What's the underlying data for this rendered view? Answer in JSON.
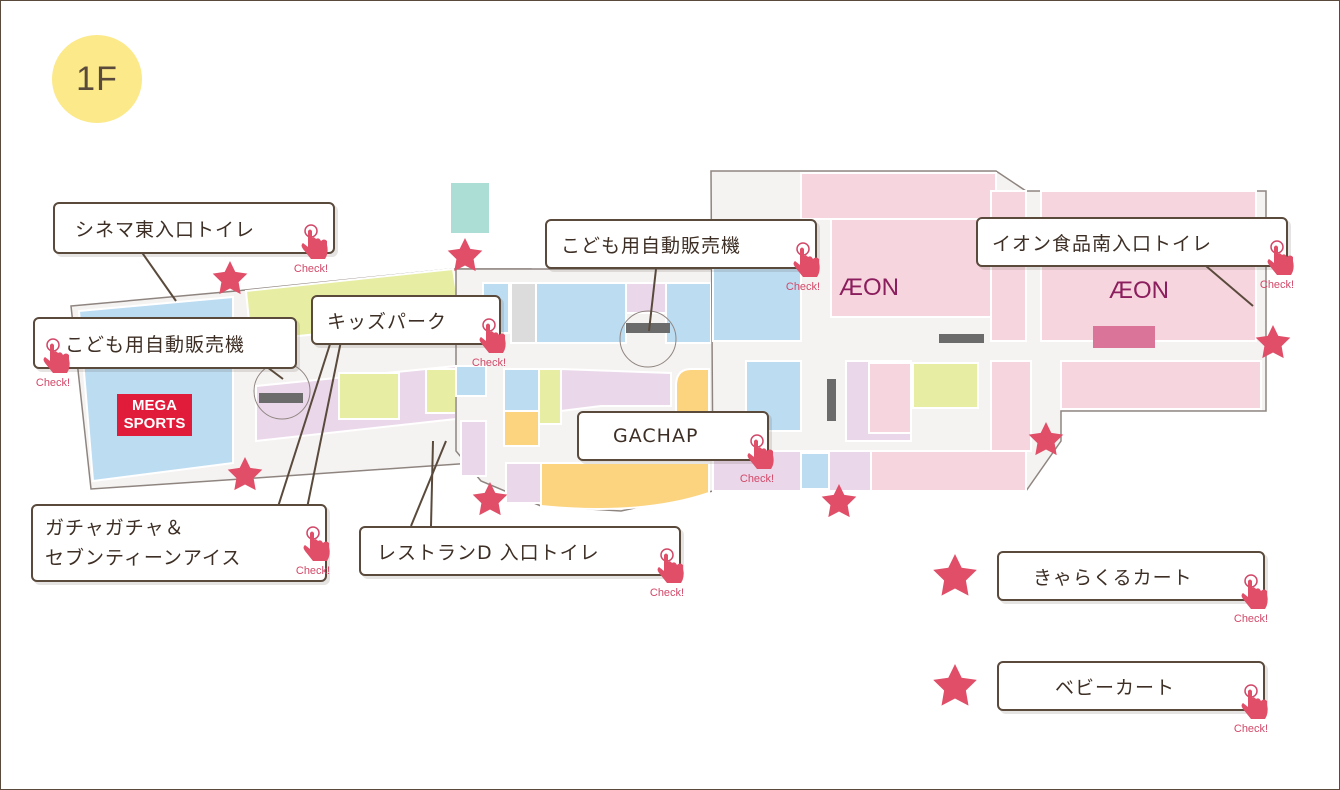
{
  "floor": {
    "label": "1F"
  },
  "stores": {
    "mega_sports_line1": "MEGA",
    "mega_sports_line2": "SPORTS",
    "aeon_1": "ÆON",
    "aeon_2": "ÆON"
  },
  "callouts": {
    "cinema_toilet": "シネマ東入口トイレ",
    "kids_vending": "こども用自動販売機",
    "kids_park": "キッズパーク",
    "center_vending": "こども用自動販売機",
    "aeon_food_toilet": "イオン食品南入口トイレ",
    "gachap": "GACHAP",
    "gacha_line1": "ガチャガチャ＆",
    "gacha_line2": "セブンティーンアイス",
    "restaurant_toilet": "レストランD 入口トイレ"
  },
  "legend": {
    "kyarakuru_cart": "きゃらくるカート",
    "baby_cart": "ベビーカート"
  },
  "check_label": "Check!",
  "colors": {
    "star": "#e04e68",
    "badge": "#fbe98a",
    "outline": "#5a4a3c",
    "check_text": "#d24868",
    "blue": "#bcdcf2",
    "pink": "#f7d5df",
    "yellow": "#e7eea4",
    "lavender": "#ead8ea",
    "orange": "#fcd37e",
    "teal": "#acded6",
    "hotpink": "#db7499"
  }
}
